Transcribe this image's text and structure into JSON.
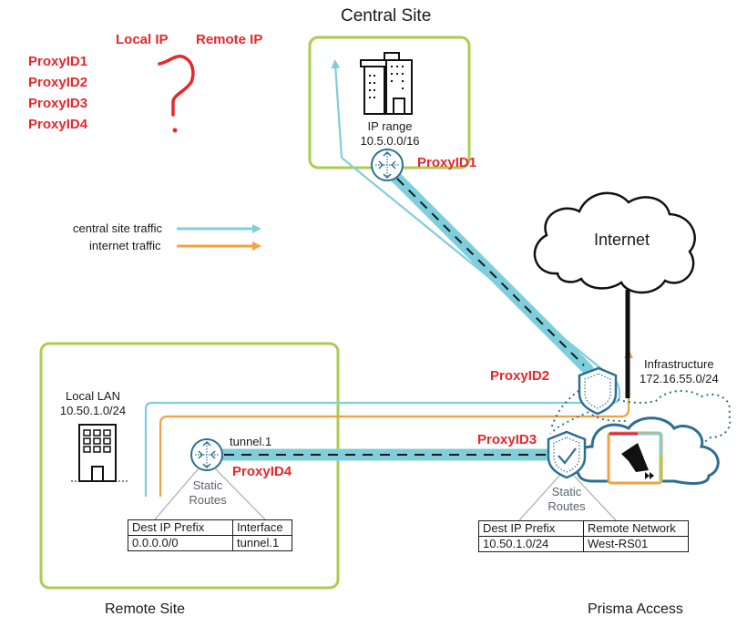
{
  "colors": {
    "site_border": "#a9cd4f",
    "central_traffic": "#7ecedb",
    "internet_traffic": "#f5a043",
    "tunnel": "#7ecedb",
    "icon_blue": "#2d6e93",
    "label_red": "#e8262b"
  },
  "question_table": {
    "header_local": "Local IP",
    "header_remote": "Remote IP",
    "rows": [
      "ProxyID1",
      "ProxyID2",
      "ProxyID3",
      "ProxyID4"
    ],
    "question_mark": "?"
  },
  "legend": {
    "central": "central site traffic",
    "internet": "internet traffic"
  },
  "central_site": {
    "title": "Central Site",
    "ip_label": "IP range",
    "ip_value": "10.5.0.0/16",
    "proxy_label": "ProxyID1"
  },
  "internet": {
    "label": "Internet",
    "infra_label": "Infrastructure",
    "infra_value": "172.16.55.0/24"
  },
  "prisma": {
    "title": "Prisma Access",
    "proxy2": "ProxyID2",
    "proxy3": "ProxyID3",
    "static_routes_1": "Static",
    "static_routes_2": "Routes",
    "table": {
      "headers": [
        "Dest IP Prefix",
        "Remote Network"
      ],
      "rows": [
        [
          "10.50.1.0/24",
          "West-RS01"
        ]
      ]
    }
  },
  "remote_site": {
    "title": "Remote Site",
    "lan_label": "Local LAN",
    "lan_value": "10.50.1.0/24",
    "tunnel_label": "tunnel.1",
    "proxy4": "ProxyID4",
    "static_routes_1": "Static",
    "static_routes_2": "Routes",
    "table": {
      "headers": [
        "Dest IP Prefix",
        "Interface"
      ],
      "rows": [
        [
          "0.0.0.0/0",
          "tunnel.1"
        ]
      ]
    }
  }
}
